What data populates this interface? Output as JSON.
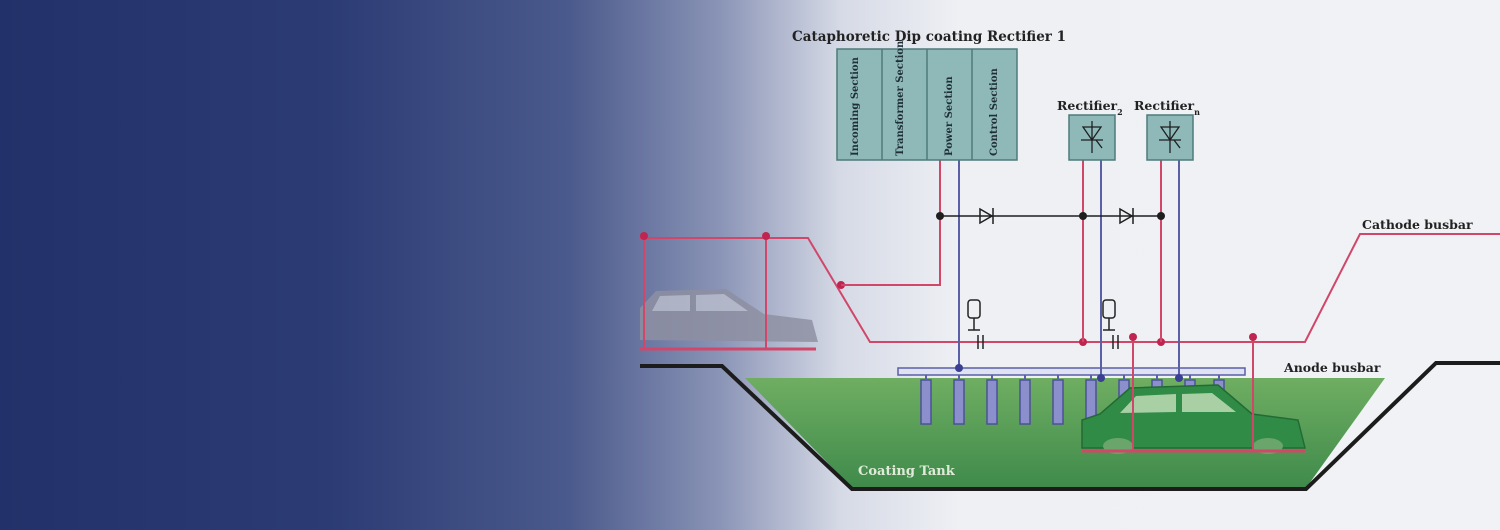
{
  "title": "Cataphoretic Dip coating Rectifier 1",
  "sections": [
    "Incoming Section",
    "Transformer Section",
    "Power Section",
    "Control Section"
  ],
  "rectifier_2": "Rectifier",
  "rectifier_2_sub": "2",
  "rectifier_n": "Rectifier",
  "rectifier_n_sub": "n",
  "cathode_busbar": "Cathode busbar",
  "anode_busbar": "Anode busbar",
  "coating_tank": "Coating Tank",
  "colors": {
    "anode_line": "#5b5fa8",
    "cathode_line": "#d0476a",
    "rectifier_box": "#8fb9b9",
    "paint": "#4f9a53",
    "tank_wall": "#1c1c1c"
  }
}
